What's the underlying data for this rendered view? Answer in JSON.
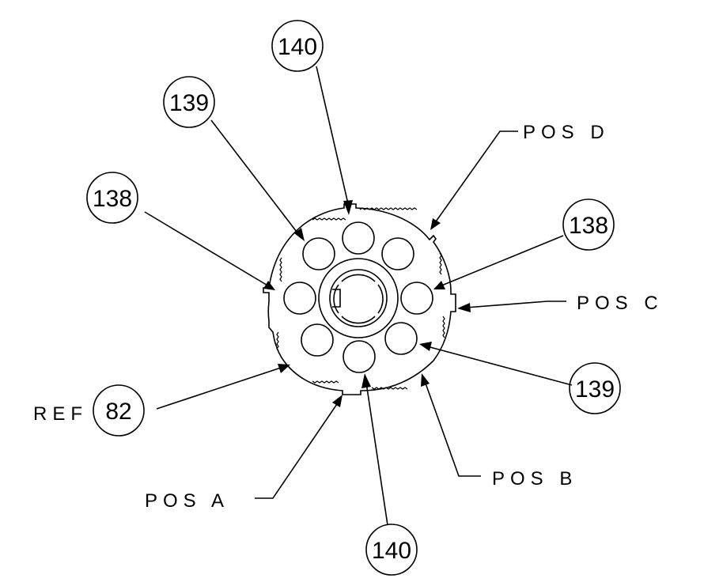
{
  "callouts": {
    "top_140": "140",
    "upper_left_139": "139",
    "left_138": "138",
    "right_138": "138",
    "right_139": "139",
    "ref_82": "82",
    "bottom_140": "140"
  },
  "labels": {
    "ref": "REF",
    "pos_a": "POS A",
    "pos_b": "POS B",
    "pos_c": "POS C",
    "pos_d": "POS D"
  },
  "colors": {
    "ink": "#000000",
    "paper": "#ffffff"
  }
}
